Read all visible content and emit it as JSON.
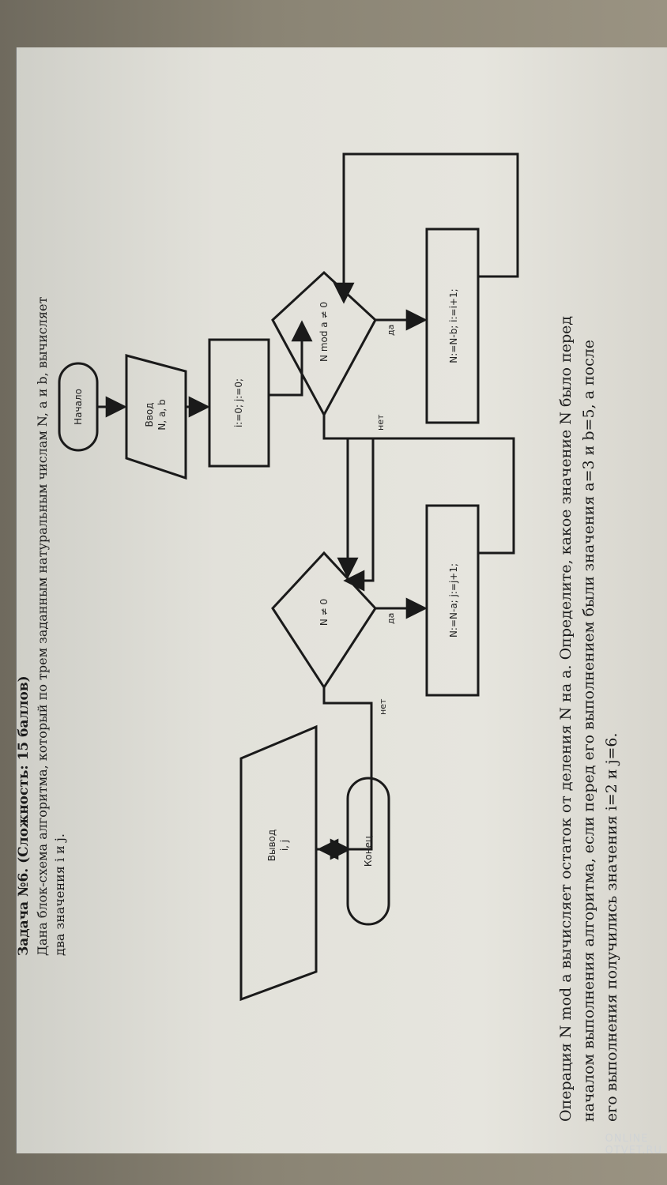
{
  "task": {
    "title": "Задача №6. (Сложность: 15 баллов)",
    "line1": "Дана блок-схема алгоритма, который по трем заданным натуральным числам N, a и b, вычисляет",
    "line2": "два значения i и j."
  },
  "flowchart": {
    "start": "Начало",
    "input_line1": "Ввод",
    "input_line2": "N, a, b",
    "init": "i:=0; j:=0;",
    "cond1": "N mod a ≠ 0",
    "cond1_yes": "да",
    "cond1_no": "нет",
    "action1": "N:=N-b; i:=i+1;",
    "cond2": "N ≠ 0",
    "cond2_yes": "да",
    "cond2_no": "нет",
    "action2": "N:=N-a; j:=j+1;",
    "output_line1": "Вывод",
    "output_line2": "i, j",
    "end": "Конец"
  },
  "question": {
    "line1": "Операция N mod a вычисляет остаток от деления N на a. Определите, какое значение N было перед",
    "line2": "началом выполнения алгоритма, если перед его выполнением были значения a=3 и b=5, а после",
    "line3": "его выполнения получились значения i=2 и j=6."
  },
  "watermark": {
    "line1": "ONLINE",
    "line2": "OTVET.RU"
  }
}
